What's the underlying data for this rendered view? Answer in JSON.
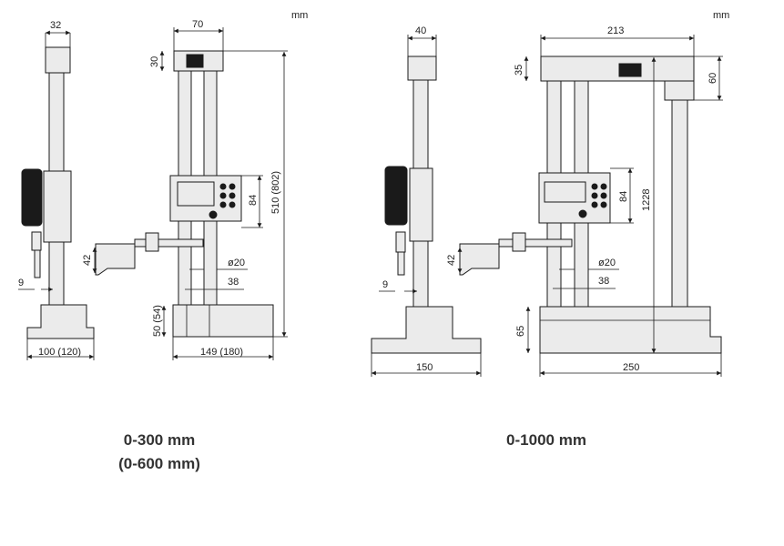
{
  "units": "mm",
  "figure_small": {
    "caption_line1": "0-300 mm",
    "caption_line2": "(0-600 mm)",
    "dims": {
      "head_width": "32",
      "top_width": "70",
      "head_height": "30",
      "total_height": "510 (802)",
      "display_height": "84",
      "arm_height": "42",
      "column_dia": "ø20",
      "column_spacing": "38",
      "scriber": "9",
      "base_height": "50 (54)",
      "base_depth": "100 (120)",
      "base_width": "149 (180)"
    }
  },
  "figure_large": {
    "caption": "0-1000 mm",
    "dims": {
      "head_width": "40",
      "top_width": "213",
      "beam_height": "35",
      "block_height": "60",
      "total_height": "1228",
      "display_height": "84",
      "arm_height": "42",
      "column_dia": "ø20",
      "column_spacing": "38",
      "scriber": "9",
      "base_height": "65",
      "base_depth": "150",
      "base_width": "250"
    }
  }
}
